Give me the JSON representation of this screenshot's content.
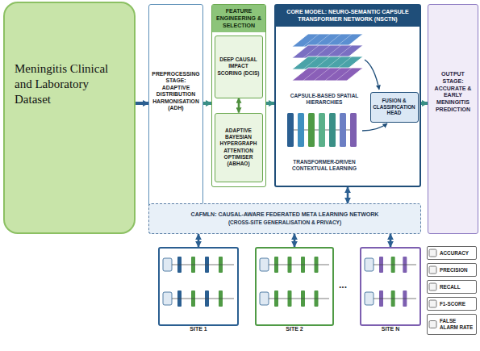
{
  "diagram": {
    "nodes": [
      {
        "text": [
          "Meningitis Clinical and Laboratory Dataset"
        ]
      },
      {
        "text": [
          "PREPROCESSING STAGE: ADAPTIVE DISTRIBUTION HARMONISATION (ADH)"
        ]
      },
      {
        "text": [
          "FEATURE ENGINEERING & SELECTION"
        ]
      },
      {
        "text": [
          "DEEP CAUSAL IMPACT SCORING (DCIS)"
        ],
        "in": 2
      },
      {
        "text": [
          "ADAPTIVE BAYESIAN HYPERGRAPH ATTENTION OPTIMISER (ABHAO)"
        ],
        "in": 2
      },
      {
        "text": [
          "CORE MODEL: NEURO-SEMANTIC CAPSULE TRANSFORMER NETWORK (NSCTN)",
          "CAPSULE-BASED SPATIAL HIERARCHIES",
          "TRANSFORMER-DRIVEN CONTEXTUAL LEARNING"
        ]
      },
      {
        "text": [
          "FUSION & CLASSIFICATION HEAD"
        ],
        "in": 5
      },
      {
        "text": [
          "OUTPUT STAGE: ACCURATE & EARLY MENINGITIS PREDICTION"
        ]
      },
      {
        "text": [
          "ACCURACY"
        ]
      },
      {
        "text": [
          "PRECISION"
        ]
      },
      {
        "text": [
          "RECALL"
        ]
      },
      {
        "text": [
          "F1-SCORE"
        ]
      },
      {
        "text": [
          "FALSE ALARM RATE"
        ]
      },
      {
        "text": [
          "CAFMLN: CAUSAL-AWARE FEDERATED META LEARNING NETWORK",
          "(CROSS-SITE GENERALISATION & PRIVACY)"
        ]
      },
      {
        "text": [
          "SITE 1"
        ]
      },
      {
        "text": [
          "SITE 2"
        ]
      },
      {
        "text": [
          "SITE N"
        ]
      }
    ],
    "edges": [
      {
        "from": 0,
        "to": 1,
        "arrow": "to"
      },
      {
        "from": 1,
        "to": 2,
        "arrow": "to"
      },
      {
        "from": 3,
        "to": 4,
        "arrow": "both"
      },
      {
        "from": 2,
        "to": 5,
        "arrow": "to"
      },
      {
        "from": 5,
        "to": 7,
        "arrow": "to"
      },
      {
        "from": 5,
        "to": 13,
        "arrow": "both"
      },
      {
        "from": 13,
        "to": 14,
        "arrow": "both"
      },
      {
        "from": 13,
        "to": 15,
        "arrow": "both"
      },
      {
        "from": 13,
        "to": 16,
        "arrow": "both"
      }
    ],
    "labels": [
      "..."
    ]
  }
}
